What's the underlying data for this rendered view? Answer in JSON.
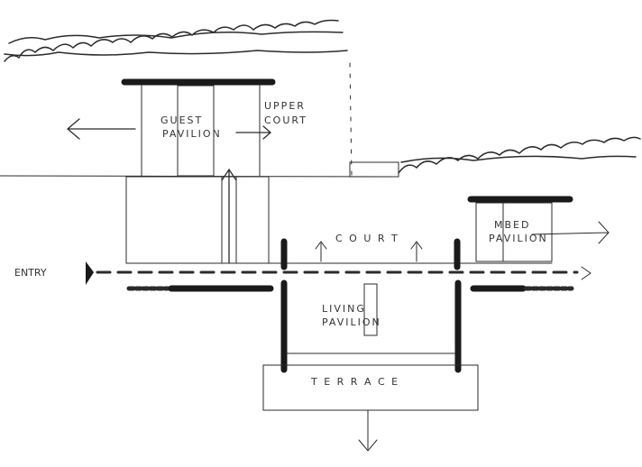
{
  "title": "Site plan sketch",
  "labels": {
    "upper_court_1": "UPPER",
    "upper_court_2": "COURT",
    "guest_1": "GUEST",
    "guest_2": "PAVILION",
    "court": "C O U R T",
    "mbed_1": "MBED",
    "mbed_2": "PAVILION",
    "entry": "ENTRY",
    "living_1": "LIVING",
    "living_2": "PAVILION",
    "terrace": "T E R R A C E"
  },
  "colors": {
    "ink": "#2b2b2b",
    "paper": "#ffffff"
  }
}
